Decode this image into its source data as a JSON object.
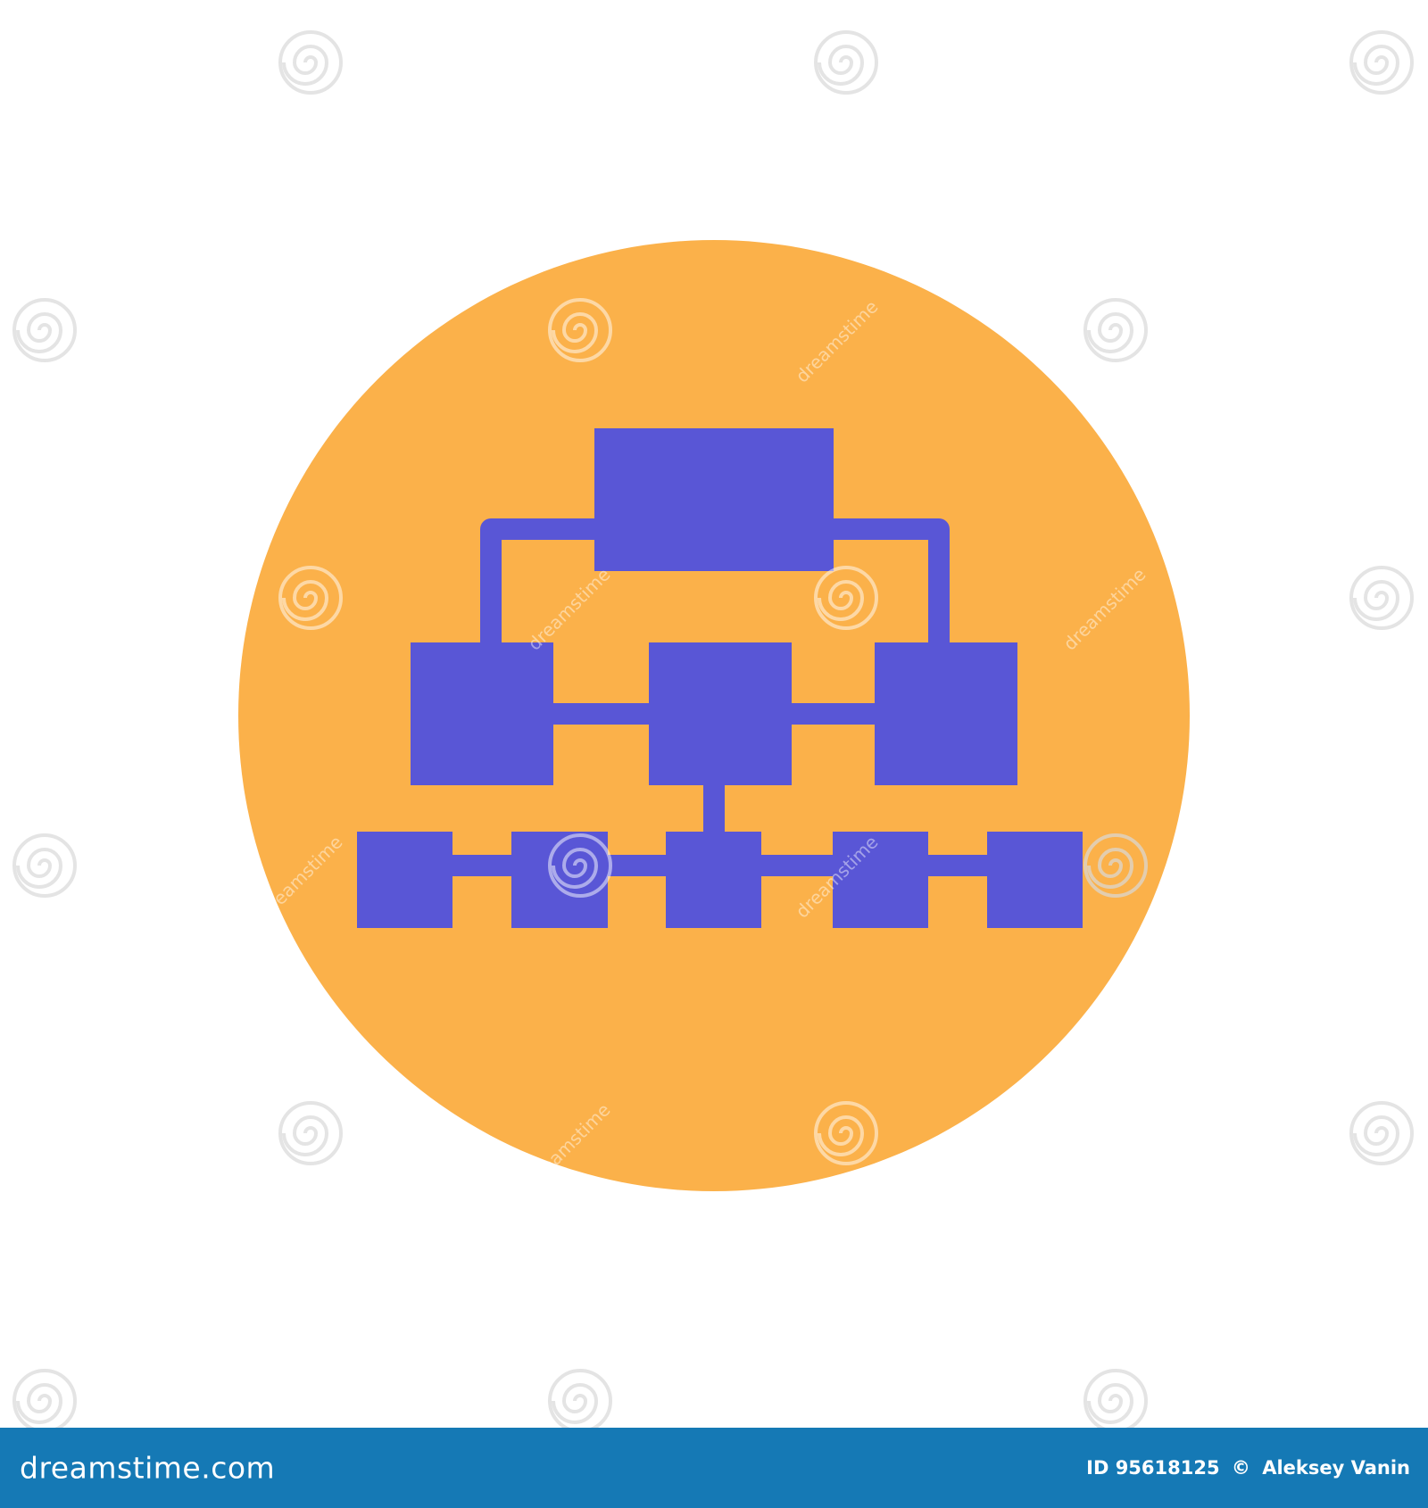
{
  "colors": {
    "background": "#ffffff",
    "circle": "#fbb14a",
    "icon": "#5956d6",
    "footer": "#1579b5",
    "footer_text": "#ffffff"
  },
  "illustration": {
    "icon_name": "hierarchy-sitemap-icon",
    "background_shape": "circle"
  },
  "watermark": {
    "text": "dreamstime",
    "icon_name": "spiral-logo-icon"
  },
  "footer": {
    "logo_text": "dreamstime.com",
    "id_label": "ID 95618125",
    "copyright_symbol": "©",
    "author": "Aleksey Vanin"
  }
}
